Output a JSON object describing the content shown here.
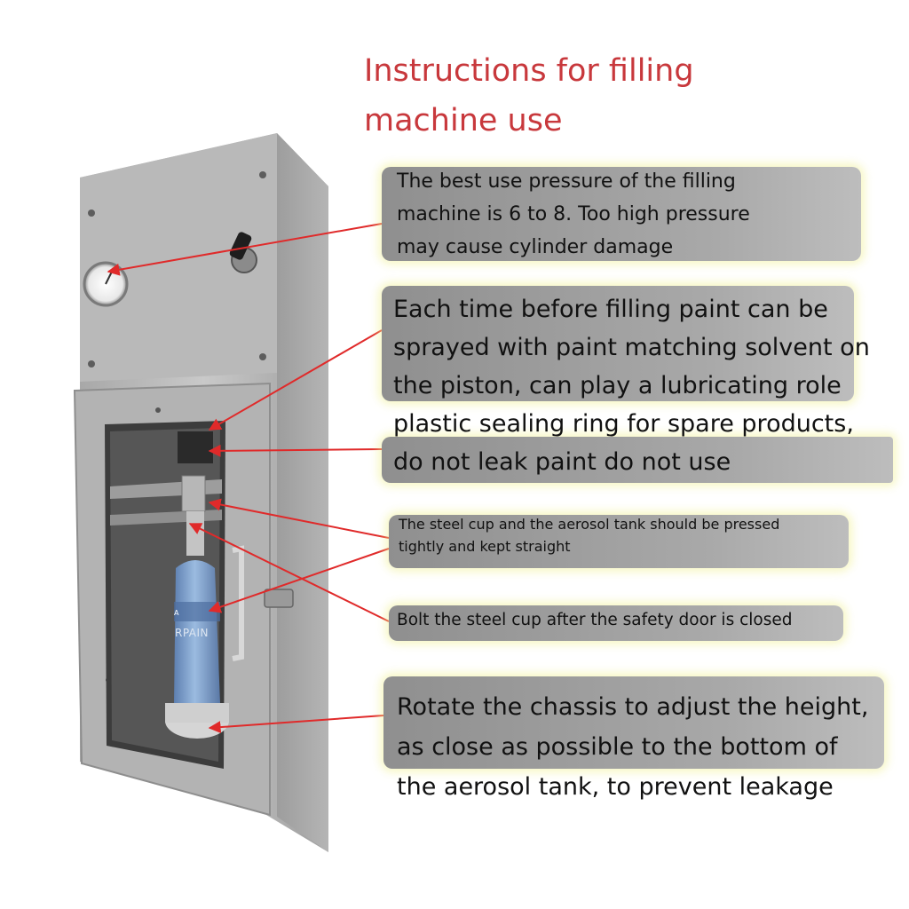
{
  "title": "Instructions for filling machine use",
  "callouts": [
    {
      "text": "The best use pressure of the filling\nmachine is 6 to 8. Too high pressure\nmay cause cylinder damage"
    },
    {
      "text": "Each time before filling paint can be\nsprayed with paint matching solvent on\nthe piston, can play a lubricating role\nplastic sealing ring for spare products,\ndo not leak paint do not use"
    },
    {
      "text": "The steel cup and the aerosol tank should be pressed\ntightly and kept straight"
    },
    {
      "text": "Bolt the steel cup after the safety door is closed"
    },
    {
      "text": "Rotate the chassis to adjust the height,\nas close as possible to the bottom of\nthe aerosol tank, to prevent leakage"
    }
  ],
  "can_label": {
    "brand": "RPAIN",
    "mark": "A"
  },
  "colors": {
    "title": "#c8383c",
    "arrow": "#e02a2a",
    "steel": "#b4b4b4",
    "callout": "#a0a0a0",
    "can": "#7fa3cf"
  },
  "icons": [
    "pressure-gauge-icon",
    "toggle-switch-icon"
  ]
}
